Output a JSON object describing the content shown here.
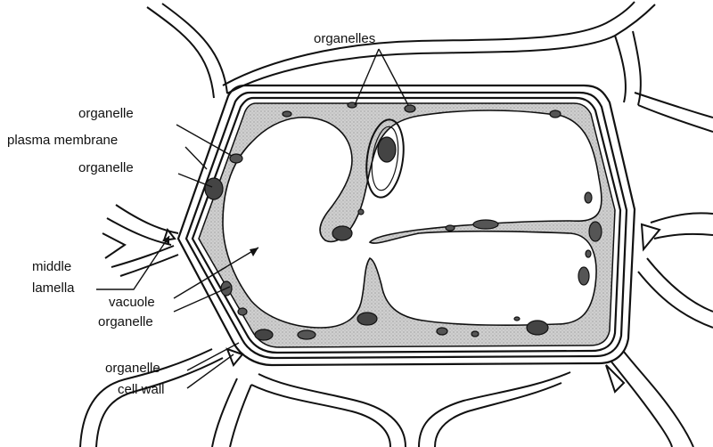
{
  "labels": {
    "organelles": "organelles",
    "organelle_1": "organelle",
    "plasma_membrane": "plasma membrane",
    "organelle_2": "organelle",
    "middle": "middle",
    "lamella": "lamella",
    "vacuole": "vacuole",
    "organelle_3": "organelle",
    "organelle_4": "organelle",
    "cell_wall": "cell wall"
  },
  "colors": {
    "line": "#111111",
    "cytoplasm": "#c9c9c9",
    "organelle": "#555555",
    "background": "#ffffff"
  }
}
